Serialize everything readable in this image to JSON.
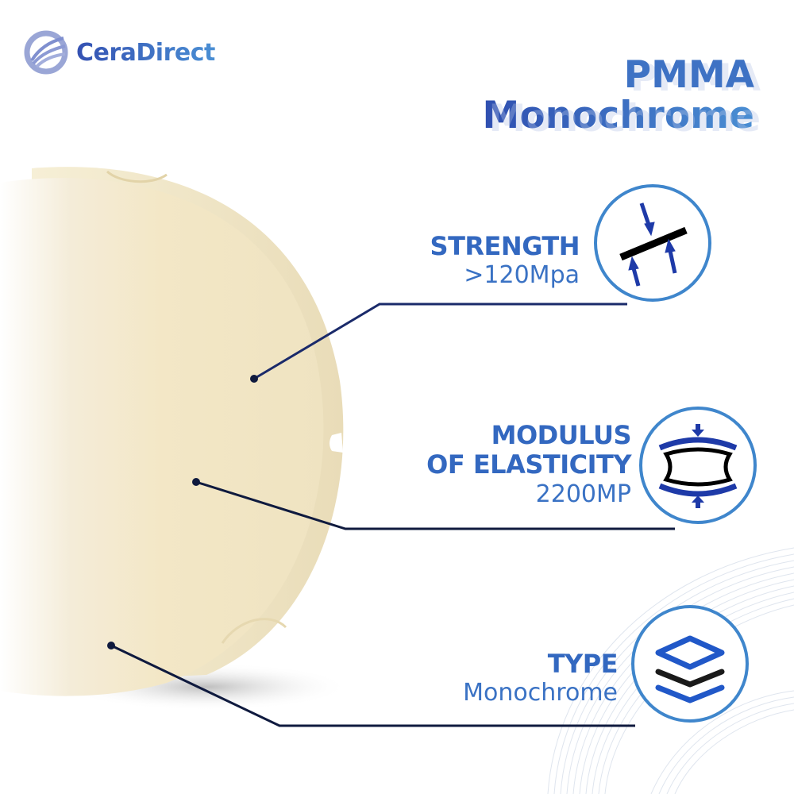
{
  "brand": {
    "name": "CeraDirect",
    "logo_icon": "swoosh-circle-logo",
    "colors": {
      "primary": "#3451b2",
      "secondary": "#4a8fd4"
    }
  },
  "title": {
    "line1": "PMMA",
    "line2": "Monochrome"
  },
  "product": {
    "name": "PMMA disc",
    "color": "#f3e9cc"
  },
  "features": [
    {
      "label_lines": [
        "STRENGTH"
      ],
      "value": ">120Mpa",
      "icon": "compression-bar-icon"
    },
    {
      "label_lines": [
        "MODULUS",
        "OF ELASTICITY"
      ],
      "value": "2200MP",
      "icon": "elastic-deformation-icon"
    },
    {
      "label_lines": [
        "TYPE"
      ],
      "value": "Monochrome",
      "icon": "layers-icon"
    }
  ],
  "colors": {
    "accent_blue": "#3368c0",
    "circle_border": "#3f86cc",
    "arrow_blue": "#1e3aa8",
    "line_dark": "#0b1e4a"
  }
}
